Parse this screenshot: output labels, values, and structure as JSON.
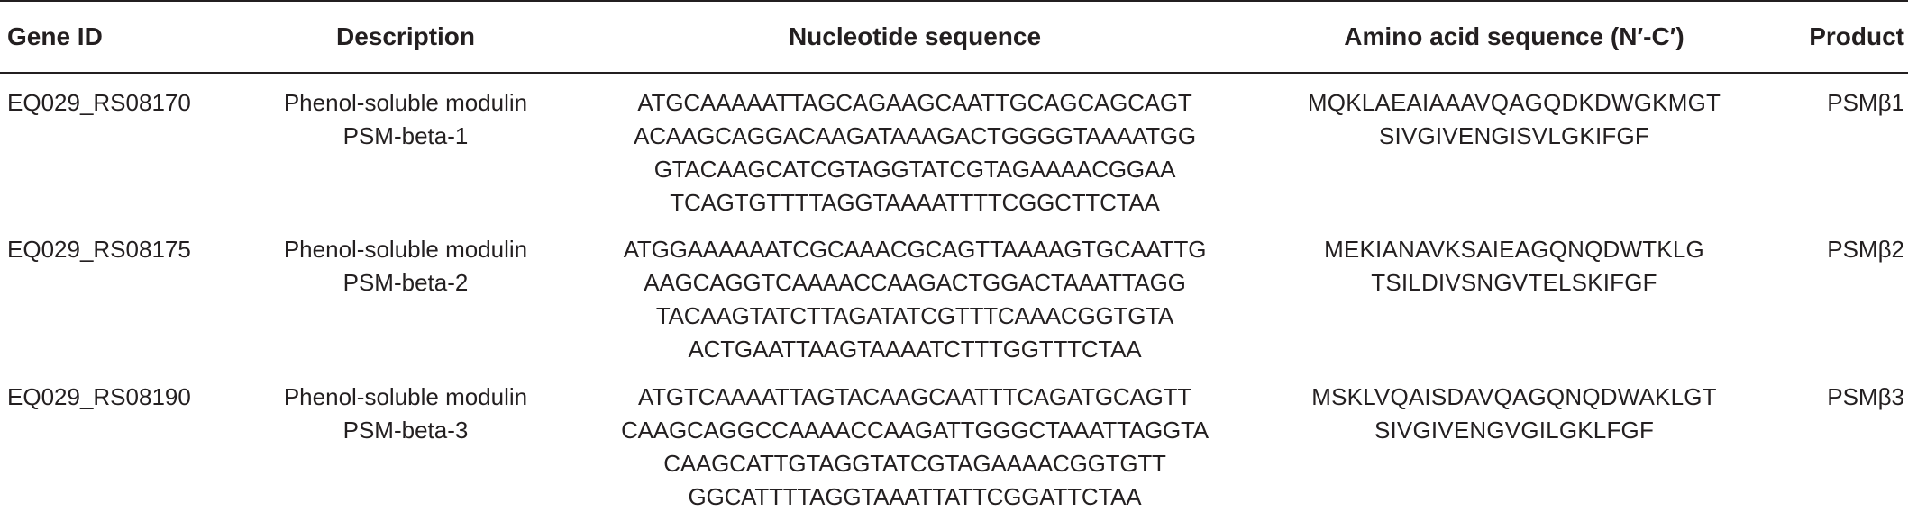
{
  "table": {
    "headers": {
      "gene_id": "Gene ID",
      "description": "Description",
      "nucleotide": "Nucleotide sequence",
      "amino_acid": "Amino acid sequence (N′-C′)",
      "product": "Product"
    },
    "rows": [
      {
        "gene_id": "EQ029_RS08170",
        "description": [
          "Phenol-soluble modulin",
          "PSM-beta-1"
        ],
        "nucleotide": [
          "ATGCAAAAATTAGCAGAAGCAATTGCAGCAGCAGT",
          "ACAAGCAGGACAAGATAAAGACTGGGGTAAAATGG",
          "GTACAAGCATCGTAGGTATCGTAGAAAACGGAA",
          "TCAGTGTTTTAGGTAAAATTTTCGGCTTCTAA"
        ],
        "amino_acid": [
          "MQKLAEAIAAAVQAGQDKDWGKMGT",
          "SIVGIVENGISVLGKIFGF"
        ],
        "product": "PSMβ1"
      },
      {
        "gene_id": "EQ029_RS08175",
        "description": [
          "Phenol-soluble modulin",
          "PSM-beta-2"
        ],
        "nucleotide": [
          "ATGGAAAAAATCGCAAACGCAGTTAAAAGTGCAATTG",
          "AAGCAGGTCAAAACCAAGACTGGACTAAATTAGG",
          "TACAAGTATCTTAGATATCGTTTCAAACGGTGTA",
          "ACTGAATTAAGTAAAATCTTTGGTTTCTAA"
        ],
        "amino_acid": [
          "MEKIANAVKSAIEAGQNQDWTKLG",
          "TSILDIVSNGVTELSKIFGF"
        ],
        "product": "PSMβ2"
      },
      {
        "gene_id": "EQ029_RS08190",
        "description": [
          "Phenol-soluble modulin",
          "PSM-beta-3"
        ],
        "nucleotide": [
          "ATGTCAAAATTAGTACAAGCAATTTCAGATGCAGTT",
          "CAAGCAGGCCAAAACCAAGATTGGGCTAAATTAGGTA",
          "CAAGCATTGTAGGTATCGTAGAAAACGGTGTT",
          "GGCATTTTAGGTAAATTATTCGGATTCTAA"
        ],
        "amino_acid": [
          "MSKLVQAISDAVQAGQNQDWAKLGT",
          "SIVGIVENGVGILGKLFGF"
        ],
        "product": "PSMβ3"
      }
    ]
  }
}
